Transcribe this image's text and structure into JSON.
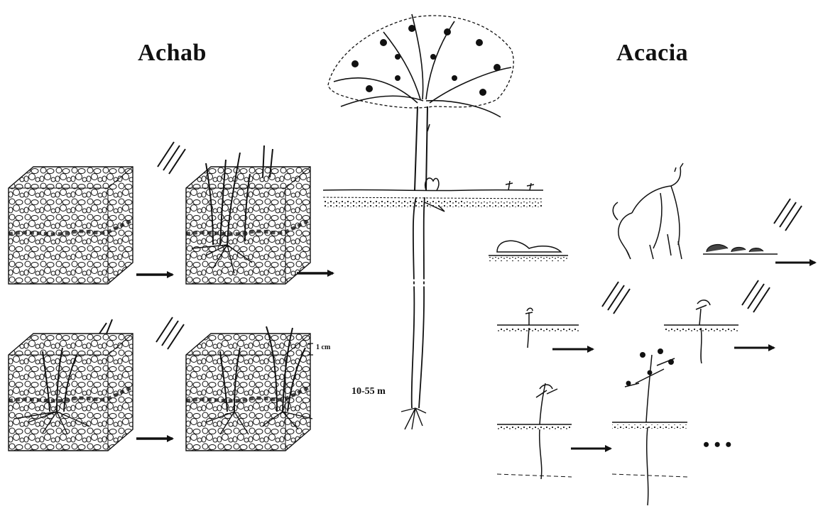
{
  "labels": {
    "left_title": "Achab",
    "right_title": "Acacia",
    "scale_bar": "1 cm",
    "depth": "10-55 m",
    "continuation": "• • •"
  },
  "colors": {
    "ink": "#111111",
    "background": "#ffffff"
  },
  "icons": {
    "soil_blocks": [
      "soil-block-icon",
      "soil-block-sprouting-icon",
      "soil-block-tufts-icon",
      "soil-block-dense-icon"
    ],
    "tree": "mature-acacia-tree-icon",
    "animal": "grazing-goat-icon",
    "seedlings": [
      "pod-icon",
      "seed-pile-icon",
      "seedling-small-icon",
      "seedling-rooted-icon",
      "sapling-icon",
      "young-tree-icon"
    ],
    "rain": "rain-streaks-icon",
    "arrow": "right-arrow-icon"
  }
}
